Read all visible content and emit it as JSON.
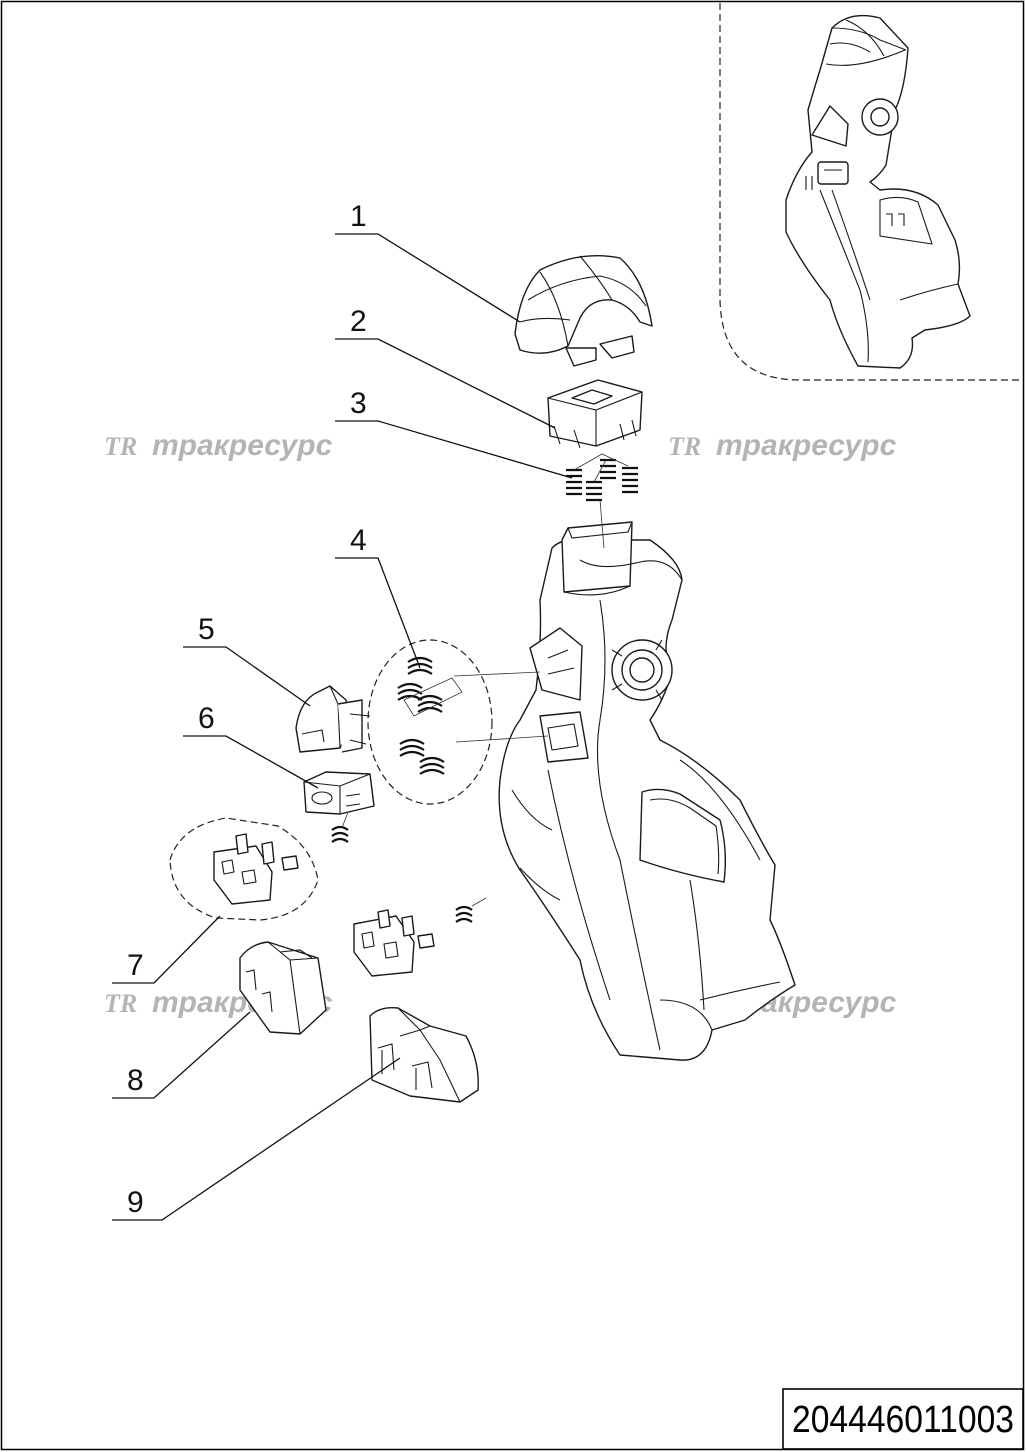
{
  "drawing": {
    "document_code": "204446011003",
    "watermark_text": "тракресурс",
    "watermark_logo": "TR",
    "callouts": [
      {
        "label": "1"
      },
      {
        "label": "2"
      },
      {
        "label": "3"
      },
      {
        "label": "4"
      },
      {
        "label": "5"
      },
      {
        "label": "6"
      },
      {
        "label": "7"
      },
      {
        "label": "8"
      },
      {
        "label": "9"
      }
    ]
  }
}
